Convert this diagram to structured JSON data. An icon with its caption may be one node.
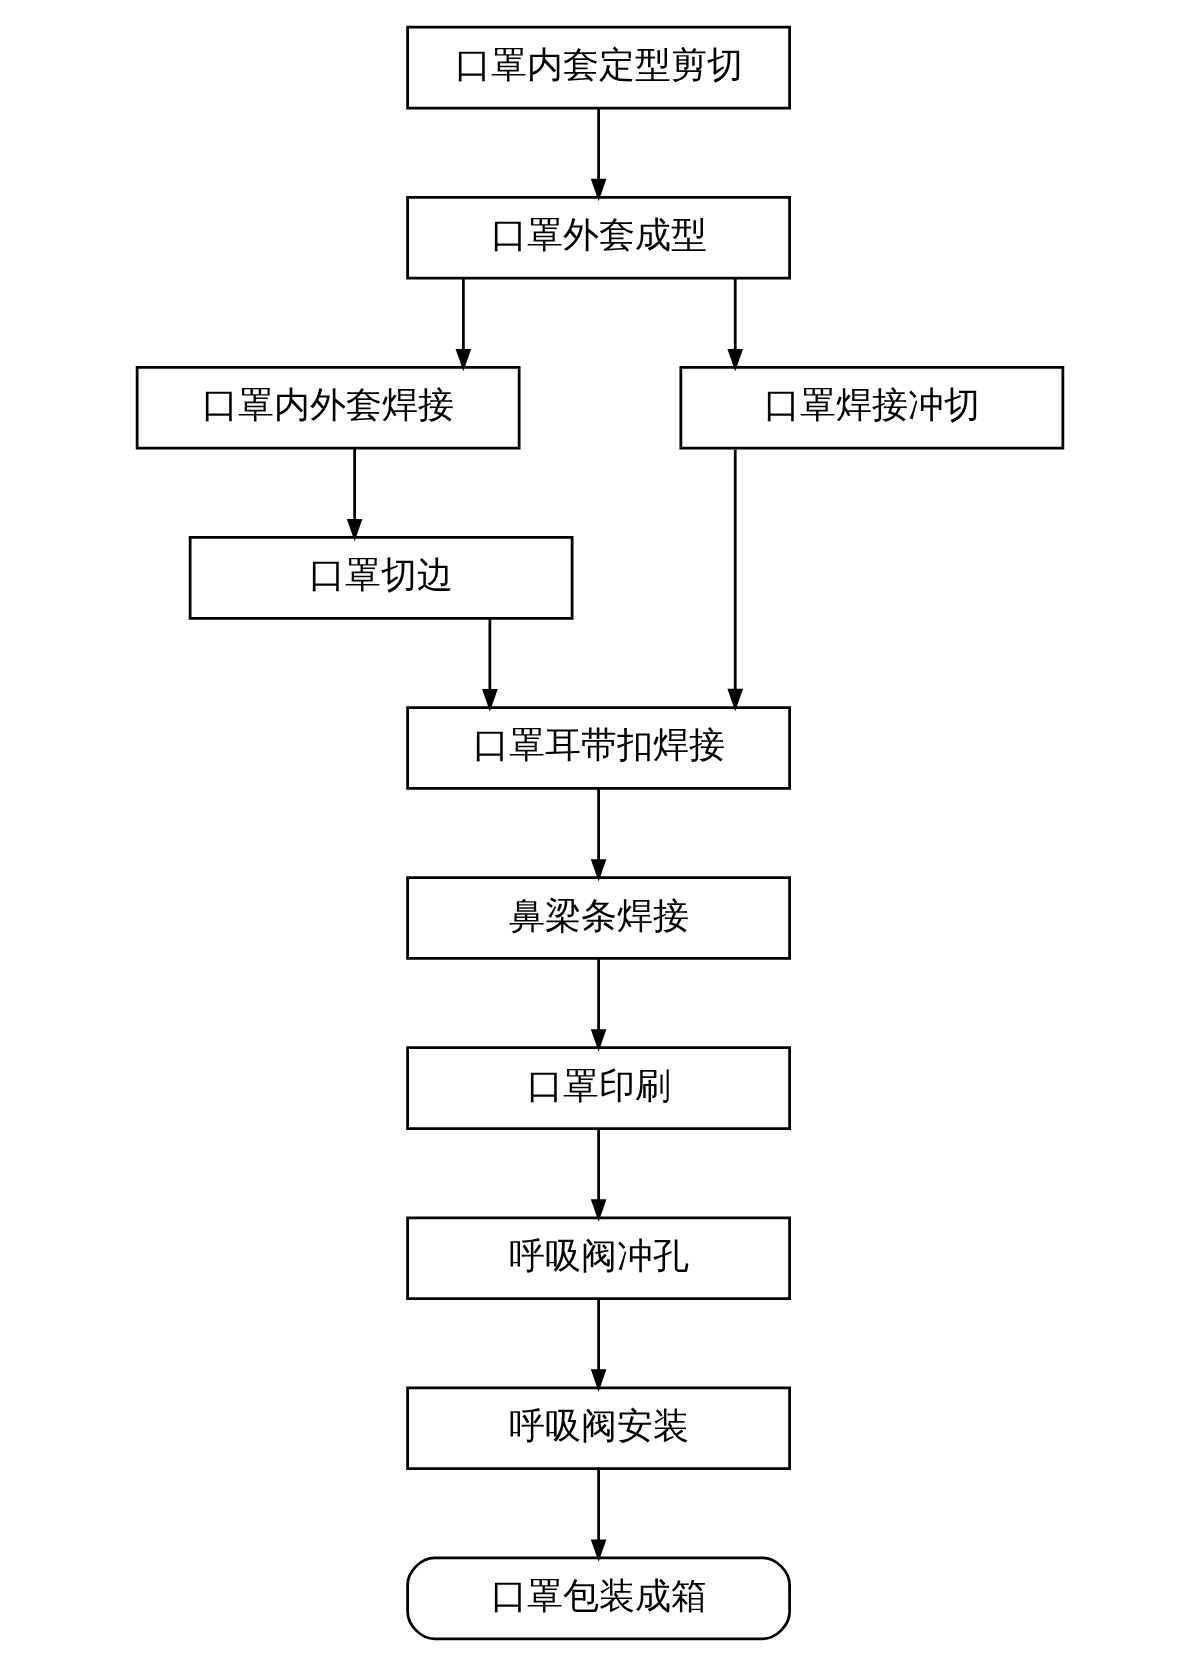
{
  "diagram": {
    "nodes": [
      {
        "text": [
          "口罩内套定型剪切"
        ]
      },
      {
        "text": [
          "口罩外套成型"
        ]
      },
      {
        "text": [
          "口罩内外套焊接"
        ]
      },
      {
        "text": [
          "口罩焊接冲切"
        ]
      },
      {
        "text": [
          "口罩切边"
        ]
      },
      {
        "text": [
          "口罩耳带扣焊接"
        ]
      },
      {
        "text": [
          "鼻梁条焊接"
        ]
      },
      {
        "text": [
          "口罩印刷"
        ]
      },
      {
        "text": [
          "呼吸阀冲孔"
        ]
      },
      {
        "text": [
          "呼吸阀安装"
        ]
      },
      {
        "text": [
          "口罩包装成箱"
        ]
      }
    ],
    "edges": [
      {
        "from": 0,
        "to": 1,
        "arrow": "to"
      },
      {
        "from": 1,
        "to": 2,
        "arrow": "to"
      },
      {
        "from": 1,
        "to": 3,
        "arrow": "to"
      },
      {
        "from": 2,
        "to": 4,
        "arrow": "to"
      },
      {
        "from": 4,
        "to": 5,
        "arrow": "to"
      },
      {
        "from": 3,
        "to": 5,
        "arrow": "to"
      },
      {
        "from": 5,
        "to": 6,
        "arrow": "to"
      },
      {
        "from": 6,
        "to": 7,
        "arrow": "to"
      },
      {
        "from": 7,
        "to": 8,
        "arrow": "to"
      },
      {
        "from": 8,
        "to": 9,
        "arrow": "to"
      },
      {
        "from": 9,
        "to": 10,
        "arrow": "to"
      }
    ]
  }
}
